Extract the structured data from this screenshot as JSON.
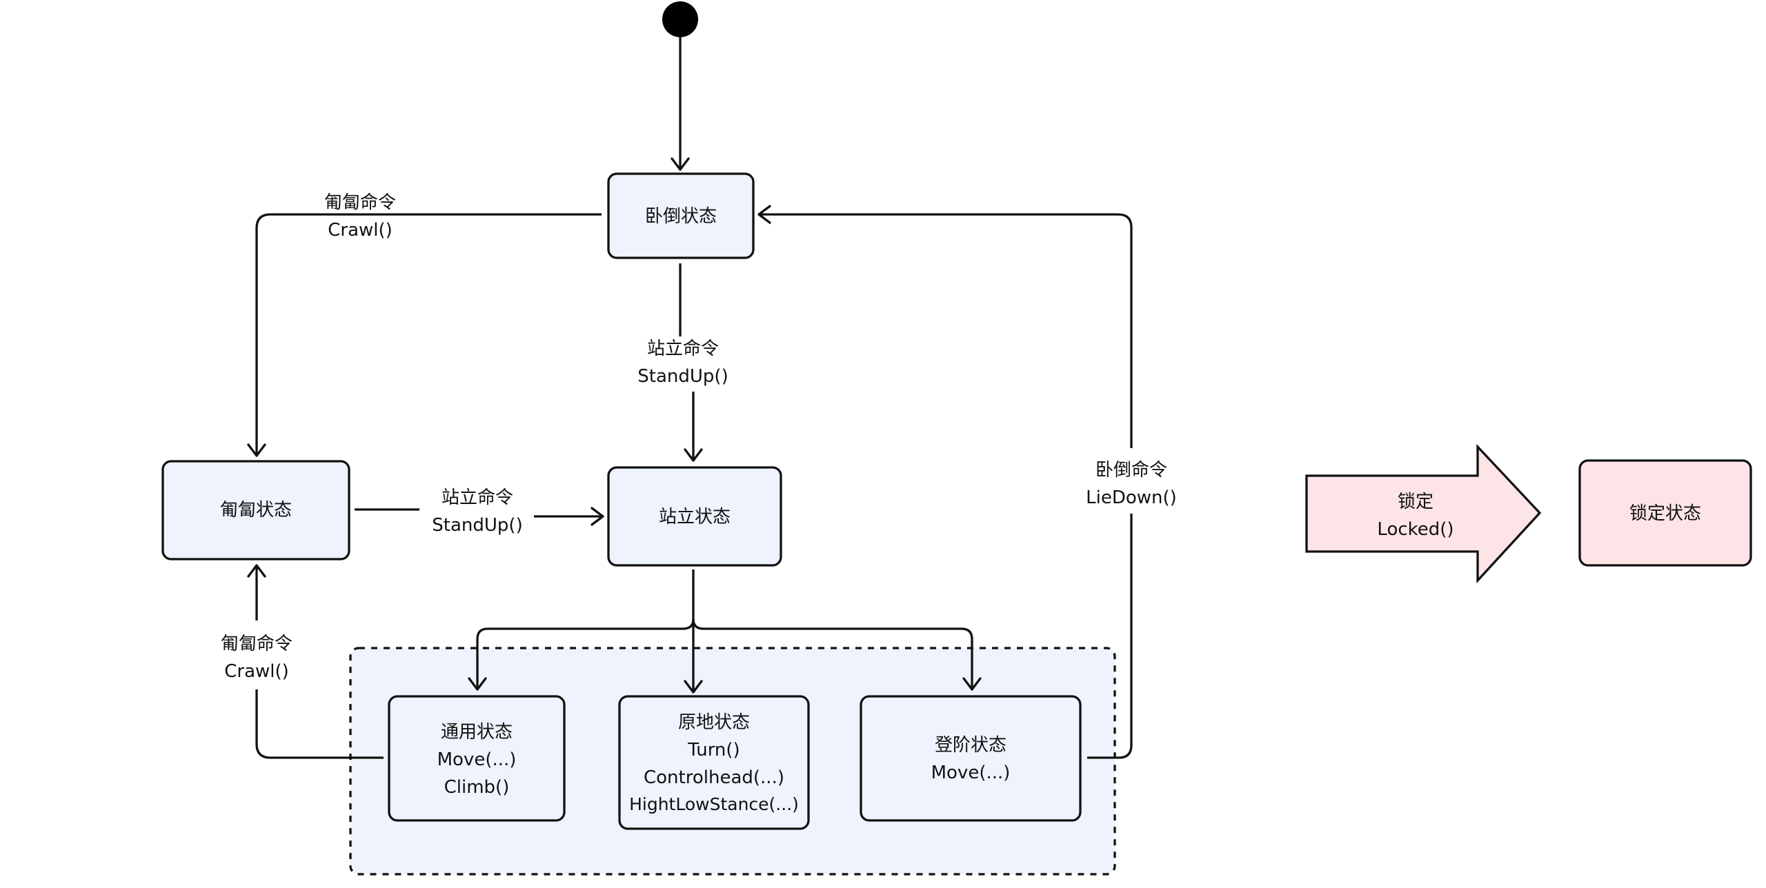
{
  "nodes": {
    "lie_down": {
      "line1": "卧倒状态"
    },
    "crawl": {
      "line1": "匍匐状态"
    },
    "stand": {
      "line1": "站立状态"
    },
    "general": {
      "line1": "通用状态",
      "line2": "Move(...)",
      "line3": "Climb()"
    },
    "in_place": {
      "line1": "原地状态",
      "line2": "Turn()",
      "line3": "Controlhead(...)",
      "line4": "HightLowStance(...)"
    },
    "step": {
      "line1": "登阶状态",
      "line2": "Move(...)"
    },
    "locked": {
      "line1": "锁定状态"
    }
  },
  "edges": {
    "lie_to_crawl": {
      "line1": "匍匐命令",
      "line2": "Crawl()"
    },
    "lie_to_stand": {
      "line1": "站立命令",
      "line2": "StandUp()"
    },
    "crawl_to_stand": {
      "line1": "站立命令",
      "line2": "StandUp()"
    },
    "group_to_crawl": {
      "line1": "匍匐命令",
      "line2": "Crawl()"
    },
    "group_to_lie": {
      "line1": "卧倒命令",
      "line2": "LieDown()"
    },
    "lock": {
      "line1": "锁定",
      "line2": "Locked()"
    }
  },
  "colors": {
    "state_fill": "#eef3fd",
    "locked_fill": "#fde4e7",
    "stroke": "#111111"
  }
}
